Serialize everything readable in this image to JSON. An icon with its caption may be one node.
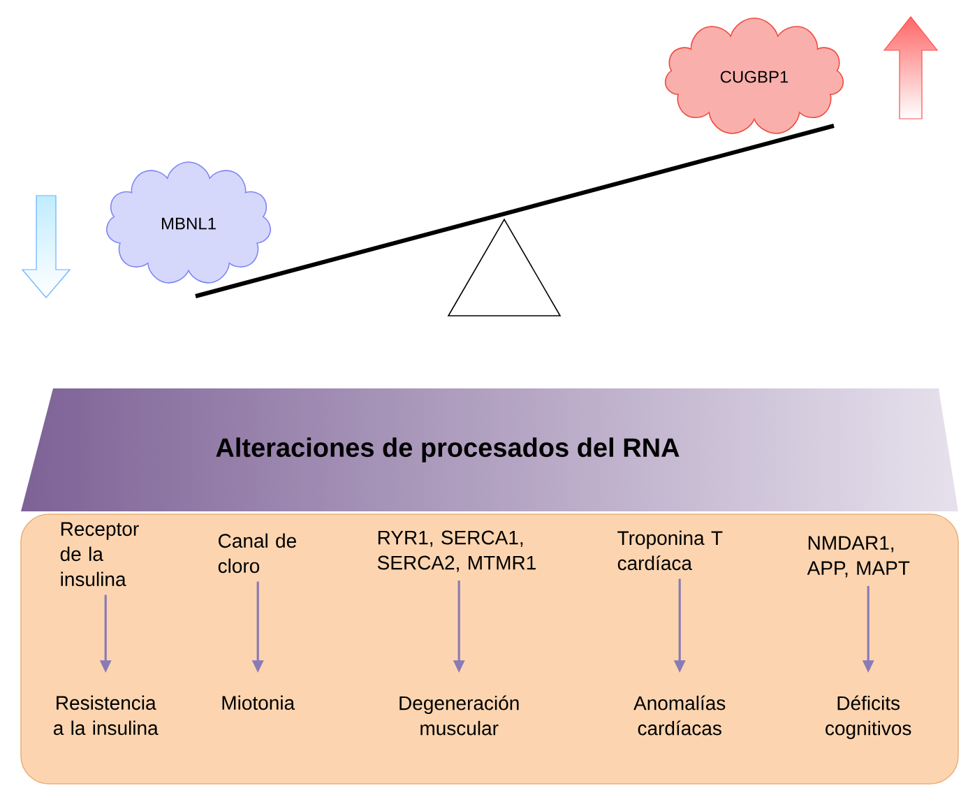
{
  "diagram": {
    "nodes": [
      {
        "text": [
          "MBNL1"
        ]
      },
      {
        "text": [
          "CUGBP1"
        ]
      },
      {
        "text": [
          "Alteraciones de procesados del RNA"
        ]
      },
      {
        "text": [],
        "shape": "box"
      },
      {
        "text": [
          "Receptor de la insulina"
        ],
        "in": 3
      },
      {
        "text": [
          "Canal de cloro"
        ],
        "in": 3
      },
      {
        "text": [
          "RYR1, SERCA1, SERCA2, MTMR1"
        ],
        "in": 3
      },
      {
        "text": [
          "Troponina T cardíaca"
        ],
        "in": 3
      },
      {
        "text": [
          "NMDAR1, APP, MAPT"
        ],
        "in": 3
      },
      {
        "text": [
          "Resistencia a la insulina"
        ],
        "in": 3
      },
      {
        "text": [
          "Miotonia"
        ],
        "in": 3
      },
      {
        "text": [
          "Degeneración muscular"
        ],
        "in": 3
      },
      {
        "text": [
          "Anomalías cardíacas"
        ],
        "in": 3
      },
      {
        "text": [
          "Déficits cognitivos"
        ],
        "in": 3
      }
    ],
    "edges": [
      {
        "from": 4,
        "to": 9,
        "arrow": "to"
      },
      {
        "from": 5,
        "to": 10,
        "arrow": "to"
      },
      {
        "from": 6,
        "to": 11,
        "arrow": "to"
      },
      {
        "from": 7,
        "to": 12,
        "arrow": "to"
      },
      {
        "from": 8,
        "to": 13,
        "arrow": "to"
      }
    ]
  }
}
